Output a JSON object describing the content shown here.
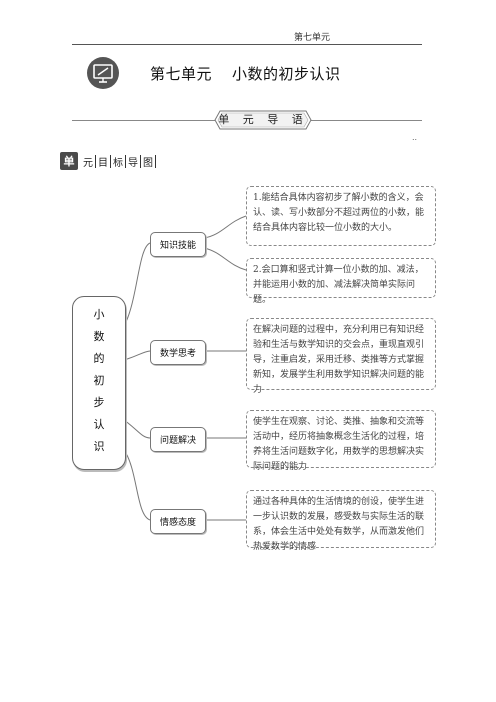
{
  "running_head": "第七单元",
  "unit": {
    "label": "第七单元",
    "title": "小数的初步认识"
  },
  "guide_banner": "单 元 导 语",
  "corner_mark": "..",
  "map_header": {
    "badge": "单",
    "chars": [
      "元",
      "目",
      "标",
      "导",
      "图"
    ]
  },
  "mind_map": {
    "root_chars": [
      "小",
      "数",
      "的",
      "初",
      "步",
      "认",
      "识"
    ],
    "categories": [
      {
        "label": "知识技能",
        "items": [
          "1.能结合具体内容初步了解小数的含义，会认、读、写小数部分不超过两位的小数，能结合具体内容比较一位小数的大小。",
          "2.会口算和竖式计算一位小数的加、减法，并能运用小数的加、减法解决简单实际问题。"
        ]
      },
      {
        "label": "数学思考",
        "items": [
          "在解决问题的过程中，充分利用已有知识经验和生活与数学知识的交会点，重现直观引导，注重启发，采用迁移、类推等方式掌握新知，发展学生利用数学知识解决问题的能力"
        ]
      },
      {
        "label": "问题解决",
        "items": [
          "使学生在观察、讨论、类推、抽象和交流等活动中，经历将抽象概念生活化的过程，培养将生活问题数字化，用数学的思想解决实际问题的能力"
        ]
      },
      {
        "label": "情感态度",
        "items": [
          "通过各种具体的生活情境的创设，使学生进一步认识数的发展，感受数与实际生活的联系，体会生活中处处有数学，从而激发他们热爱数学的情感"
        ]
      }
    ]
  }
}
